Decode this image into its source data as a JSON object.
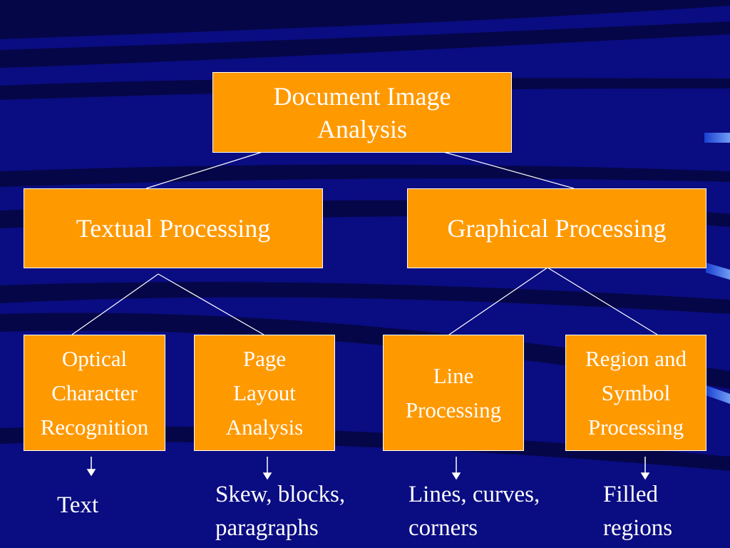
{
  "colors": {
    "background": "#0a0c82",
    "box_fill": "#ff9900",
    "box_border": "#ffffff",
    "text": "#ffffff",
    "stripes": "#05063d"
  },
  "root": {
    "label": "Document Image\nAnalysis"
  },
  "textual": {
    "label": "Textual Processing"
  },
  "graphical": {
    "label": "Graphical Processing"
  },
  "ocr": {
    "label": "Optical\nCharacter\nRecognition",
    "output": "Text"
  },
  "page_layout": {
    "label": "Page\nLayout\nAnalysis",
    "output": "Skew, blocks,\nparagraphs"
  },
  "line_processing": {
    "label": "Line\nProcessing",
    "output": "Lines, curves,\ncorners"
  },
  "region_symbol": {
    "label": "Region and\nSymbol\nProcessing",
    "output": "Filled\nregions"
  }
}
